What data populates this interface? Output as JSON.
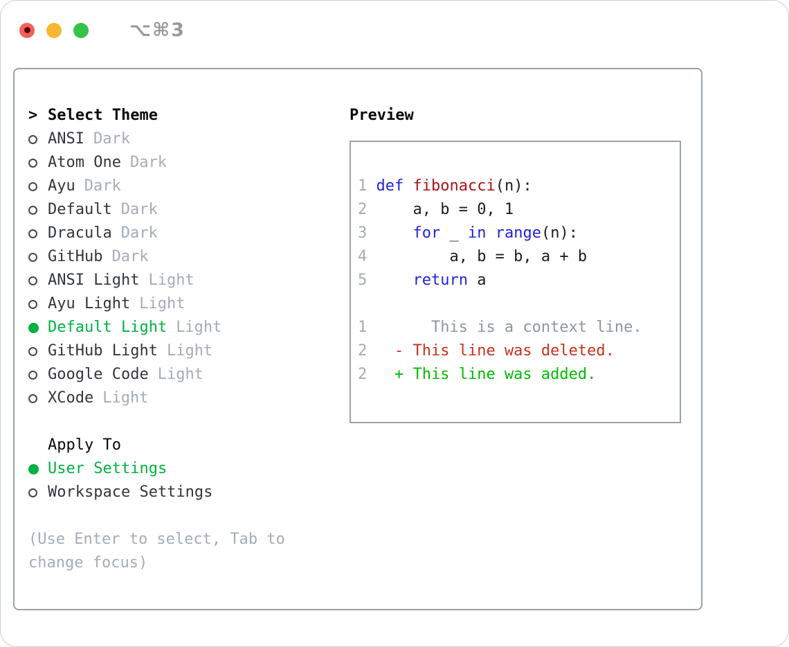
{
  "window": {
    "shortcut": "⌥⌘3"
  },
  "theme_list": {
    "cursor": ">",
    "header": "Select Theme",
    "items": [
      {
        "name": "ANSI",
        "tag": "Dark",
        "selected": false
      },
      {
        "name": "Atom One",
        "tag": "Dark",
        "selected": false
      },
      {
        "name": "Ayu",
        "tag": "Dark",
        "selected": false
      },
      {
        "name": "Default",
        "tag": "Dark",
        "selected": false
      },
      {
        "name": "Dracula",
        "tag": "Dark",
        "selected": false
      },
      {
        "name": "GitHub",
        "tag": "Dark",
        "selected": false
      },
      {
        "name": "ANSI Light",
        "tag": "Light",
        "selected": false
      },
      {
        "name": "Ayu Light",
        "tag": "Light",
        "selected": false
      },
      {
        "name": "Default Light",
        "tag": "Light",
        "selected": true
      },
      {
        "name": "GitHub Light",
        "tag": "Light",
        "selected": false
      },
      {
        "name": "Google Code",
        "tag": "Light",
        "selected": false
      },
      {
        "name": "XCode",
        "tag": "Light",
        "selected": false
      }
    ]
  },
  "apply_to": {
    "header": "Apply To",
    "options": [
      {
        "name": "User Settings",
        "selected": true
      },
      {
        "name": "Workspace Settings",
        "selected": false
      }
    ]
  },
  "help_text": "(Use Enter to select, Tab to change focus)",
  "preview": {
    "title": "Preview",
    "token_colors": {
      "num": "#a2abb6",
      "kw": "#2222dd",
      "fn": "#a31515",
      "plain": "#1c1c1c",
      "context": "#8e969e",
      "deleted": "#c4331d",
      "added": "#00bb00"
    },
    "lines": [
      {
        "segs": [
          [
            "1 ",
            "num"
          ],
          [
            "def ",
            "kw"
          ],
          [
            "fibonacci",
            "fn"
          ],
          [
            "(n):",
            "plain"
          ]
        ]
      },
      {
        "segs": [
          [
            "2 ",
            "num"
          ],
          [
            "    a, b = 0, 1",
            "plain"
          ]
        ]
      },
      {
        "segs": [
          [
            "3 ",
            "num"
          ],
          [
            "    ",
            "plain"
          ],
          [
            "for",
            "kw"
          ],
          [
            " _ ",
            "plain"
          ],
          [
            "in",
            "kw"
          ],
          [
            " ",
            "plain"
          ],
          [
            "range",
            "kw"
          ],
          [
            "(n):",
            "plain"
          ]
        ]
      },
      {
        "segs": [
          [
            "4 ",
            "num"
          ],
          [
            "        a, b = b, a + b",
            "plain"
          ]
        ]
      },
      {
        "segs": [
          [
            "5 ",
            "num"
          ],
          [
            "    ",
            "plain"
          ],
          [
            "return",
            "kw"
          ],
          [
            " a",
            "plain"
          ]
        ]
      },
      {
        "segs": []
      },
      {
        "segs": [
          [
            "1 ",
            "num"
          ],
          [
            "      This is a context line.",
            "context"
          ]
        ]
      },
      {
        "segs": [
          [
            "2 ",
            "num"
          ],
          [
            "  - This line was deleted.",
            "deleted"
          ]
        ]
      },
      {
        "segs": [
          [
            "2 ",
            "num"
          ],
          [
            "  + This line was added.",
            "added"
          ]
        ]
      }
    ]
  },
  "colors": {
    "selected_green": "#00b142",
    "muted_gray": "#a4acb7",
    "item_text": "#32363b",
    "header_text": "#0a0a0a",
    "panel_border": "#99a1ac",
    "window_border": "#c9ced5",
    "traffic_red": "#f4605a",
    "traffic_yellow": "#f5b92f",
    "traffic_green": "#35c24b",
    "shortcut_gray": "#97999c"
  }
}
